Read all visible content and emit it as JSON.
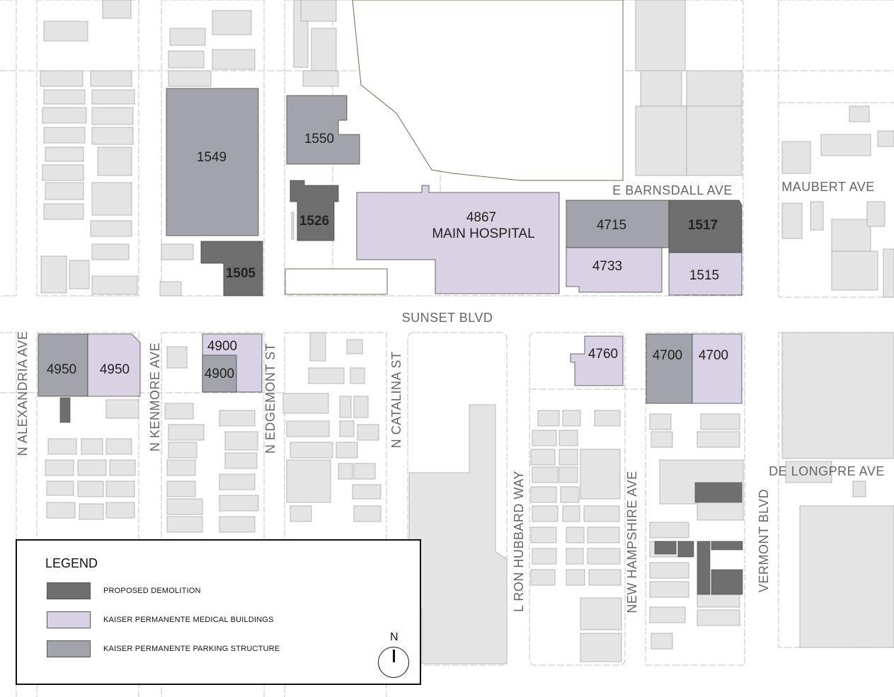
{
  "colors": {
    "proposed_demolition": "#6f6f6f",
    "medical_buildings": "#d9d1e4",
    "parking_structure": "#a3a3ab",
    "context_building": "#e4e4e4",
    "street_line": "#bdbdbd"
  },
  "streets": {
    "sunset": "SUNSET BLVD",
    "barnsdall": "E BARNSDALL AVE",
    "maubert": "MAUBERT AVE",
    "de_longpre": "DE LONGPRE AVE",
    "alexandria": "N ALEXANDRIA AVE",
    "kenmore": "N KENMORE AVE",
    "edgemont": "N EDGEMONT ST",
    "catalina": "N CATALINA ST",
    "hubbard": "L RON HUBBARD WAY",
    "new_hampshire": "NEW HAMPSHIRE AVE",
    "vermont": "VERMONT BLVD"
  },
  "buildings": {
    "b1549": {
      "label": "1549",
      "category": "parking_structure"
    },
    "b1550": {
      "label": "1550",
      "category": "parking_structure"
    },
    "b1526": {
      "label": "1526",
      "category": "proposed_demolition"
    },
    "b1505": {
      "label": "1505",
      "category": "proposed_demolition"
    },
    "main_hospital": {
      "label": "4867",
      "label2": "MAIN HOSPITAL",
      "category": "medical_buildings"
    },
    "b4715": {
      "label": "4715",
      "category": "parking_structure"
    },
    "b1517": {
      "label": "1517",
      "category": "proposed_demolition"
    },
    "b4733": {
      "label": "4733",
      "category": "medical_buildings"
    },
    "b1515": {
      "label": "1515",
      "category": "medical_buildings"
    },
    "b4950_parking": {
      "label": "4950",
      "category": "parking_structure"
    },
    "b4950_medical": {
      "label": "4950",
      "category": "medical_buildings"
    },
    "b4900_medical": {
      "label": "4900",
      "category": "medical_buildings"
    },
    "b4900_parking": {
      "label": "4900",
      "category": "parking_structure"
    },
    "b4760": {
      "label": "4760",
      "category": "medical_buildings"
    },
    "b4700_parking": {
      "label": "4700",
      "category": "parking_structure"
    },
    "b4700_medical": {
      "label": "4700",
      "category": "medical_buildings"
    }
  },
  "legend": {
    "title": "LEGEND",
    "items": [
      {
        "label": "PROPOSED DEMOLITION",
        "color": "#6f6f6f"
      },
      {
        "label": "KAISER PERMANENTE MEDICAL BUILDINGS",
        "color": "#d9d1e4"
      },
      {
        "label": "KAISER PERMANENTE PARKING STRUCTURE",
        "color": "#a3a3ab"
      }
    ],
    "north_label": "N"
  }
}
